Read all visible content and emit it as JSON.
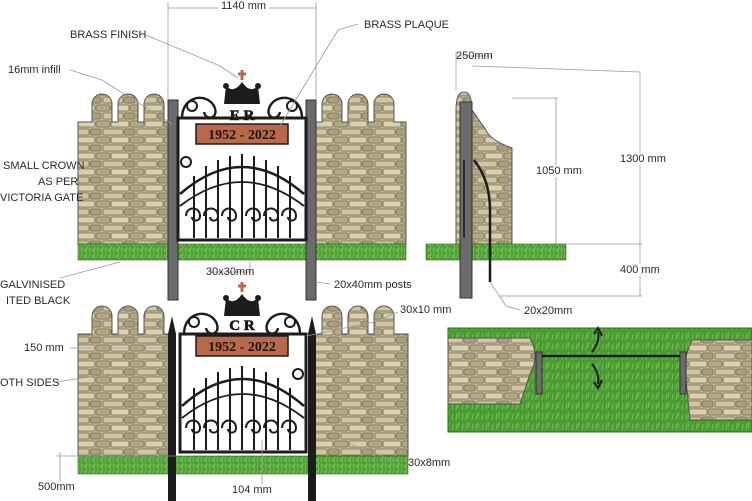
{
  "dimensions": {
    "gate_width": "1140 mm",
    "wall_thickness": "250mm",
    "height_total": "1300 mm",
    "height_wall": "1050 mm",
    "depth_posts": "400 mm",
    "top_infill_bar": "30x10 mm",
    "cap_size": "150 mm",
    "post_depth_front": "500mm",
    "bar_spacing": "104 mm",
    "frame_flat": "30x8mm",
    "section_tube": "20x20mm"
  },
  "callouts": {
    "brass_finish": "BRASS FINISH",
    "brass_plaque": "BRASS PLAQUE",
    "infill": "16mm infill",
    "small_crown_line1": "SMALL CROWN",
    "small_crown_line2": "AS PER",
    "small_crown_line3": "VICTORIA GATE",
    "galvanised_line1": "GALVINISED",
    "galvanised_line2": "ITED BLACK",
    "frame_section": "30x30mm",
    "posts": "20x40mm posts",
    "both_sides": "OTH SIDES"
  },
  "plaque": {
    "years": "1952 - 2022",
    "cypher_top": "E R",
    "cypher_bottom": "C R"
  },
  "colors": {
    "stone": "#bdb391",
    "stone_dark": "#7e7459",
    "grass": "#4c9a34",
    "grass_light": "#7cc95a",
    "iron": "#1c1c1c",
    "copper": "#b8694a",
    "post": "#6b6b6b",
    "dim_line": "#9a9a9a"
  },
  "icons": {
    "rotation": "rotation-arrow-icon",
    "crown": "crown-icon"
  }
}
